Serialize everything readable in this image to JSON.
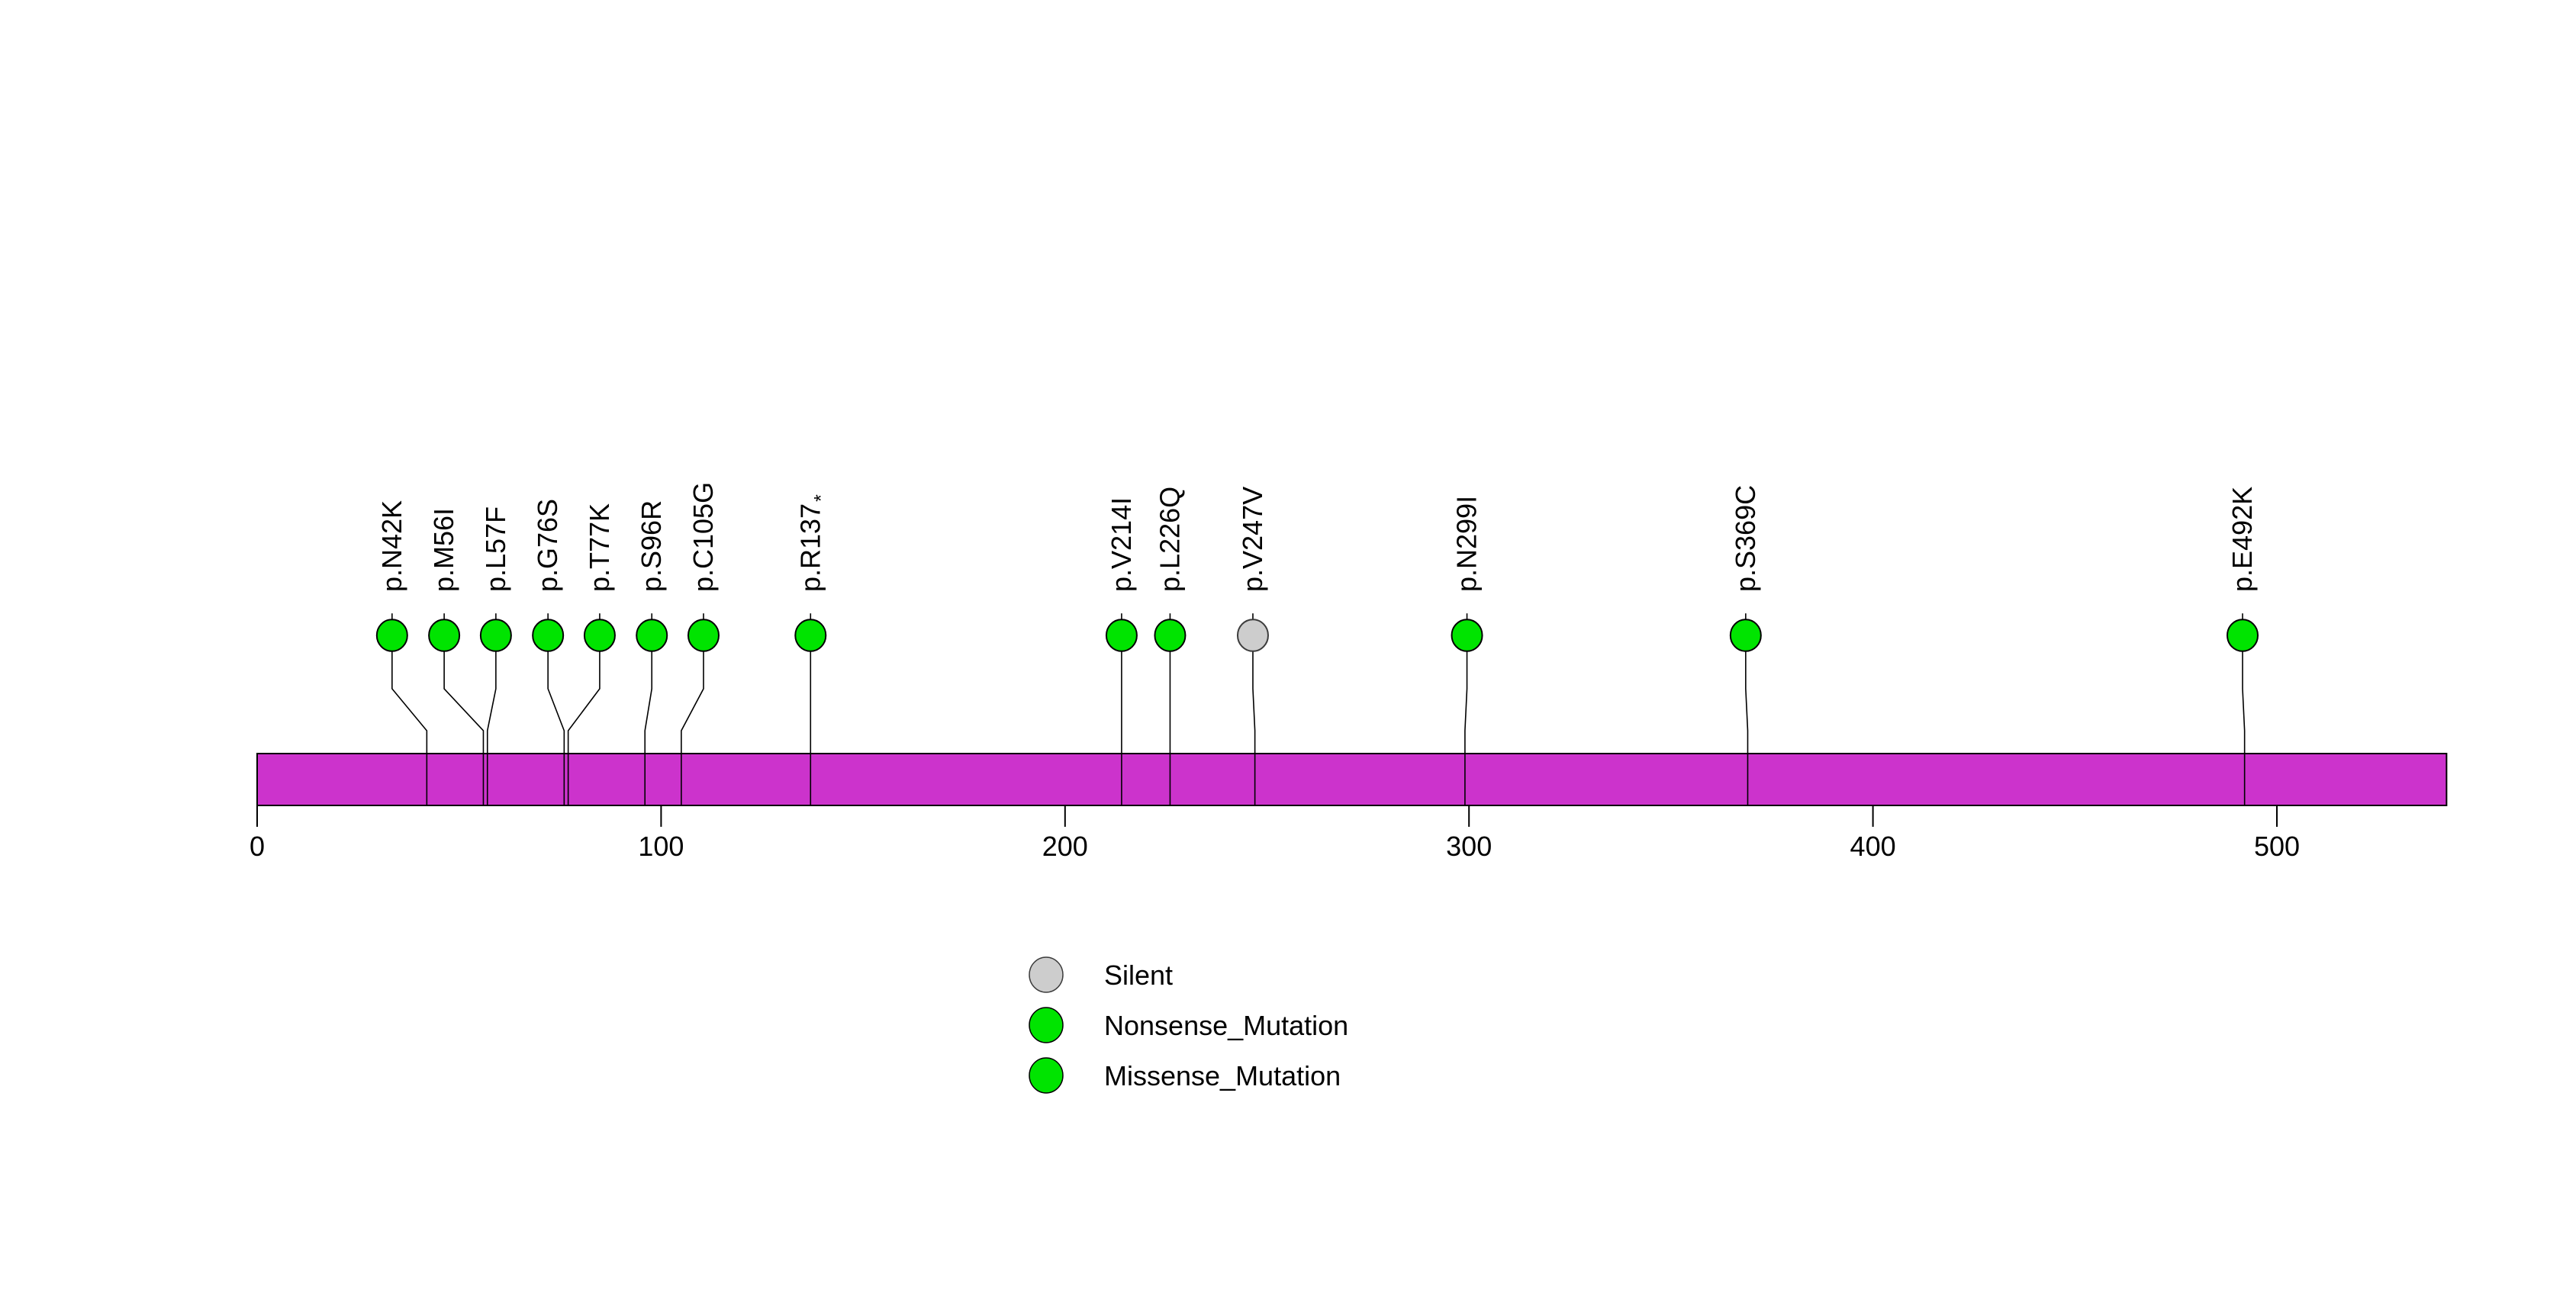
{
  "figure": {
    "background": "#ffffff"
  },
  "chart_data": {
    "type": "lollipop",
    "description": "Protein mutation lollipop plot",
    "protein": {
      "start_aa": 0,
      "length_aa": 542,
      "bar_color": "#cc33cc",
      "bar_border_color": "#000000"
    },
    "xaxis": {
      "tick_values": [
        0,
        100,
        200,
        300,
        400,
        500
      ],
      "tick_labels": [
        "0",
        "100",
        "200",
        "300",
        "400",
        "500"
      ],
      "range": [
        0,
        542
      ]
    },
    "mutations": [
      {
        "label": "p.N42K",
        "aa": 42,
        "head_aa": 33.4,
        "type": "Missense_Mutation"
      },
      {
        "label": "p.M56I",
        "aa": 56,
        "head_aa": 46.3,
        "type": "Missense_Mutation"
      },
      {
        "label": "p.L57F",
        "aa": 57,
        "head_aa": 59.1,
        "type": "Missense_Mutation"
      },
      {
        "label": "p.G76S",
        "aa": 76,
        "head_aa": 72.0,
        "type": "Missense_Mutation"
      },
      {
        "label": "p.T77K",
        "aa": 77,
        "head_aa": 84.8,
        "type": "Missense_Mutation"
      },
      {
        "label": "p.S96R",
        "aa": 96,
        "head_aa": 97.7,
        "type": "Missense_Mutation"
      },
      {
        "label": "p.C105G",
        "aa": 105,
        "head_aa": 110.5,
        "type": "Missense_Mutation"
      },
      {
        "label": "p.R137",
        "aa": 137,
        "head_aa": 137,
        "type": "Nonsense_Mutation",
        "suffix": "*"
      },
      {
        "label": "p.V214I",
        "aa": 214,
        "head_aa": 214,
        "type": "Missense_Mutation"
      },
      {
        "label": "p.L226Q",
        "aa": 226,
        "head_aa": 226,
        "type": "Missense_Mutation"
      },
      {
        "label": "p.V247V",
        "aa": 247,
        "head_aa": 246.5,
        "type": "Silent"
      },
      {
        "label": "p.N299I",
        "aa": 299,
        "head_aa": 299.5,
        "type": "Missense_Mutation"
      },
      {
        "label": "p.S369C",
        "aa": 369,
        "head_aa": 368.5,
        "type": "Missense_Mutation"
      },
      {
        "label": "p.E492K",
        "aa": 492,
        "head_aa": 491.5,
        "type": "Missense_Mutation"
      }
    ],
    "mutation_type_colors": {
      "Silent": {
        "fill": "#cdcdcd",
        "stroke": "#3c3c3c"
      },
      "Nonsense_Mutation": {
        "fill": "#00e400",
        "stroke": "#000000"
      },
      "Missense_Mutation": {
        "fill": "#00e400",
        "stroke": "#000000"
      }
    },
    "legend": [
      {
        "label": "Silent",
        "type": "Silent"
      },
      {
        "label": "Nonsense_Mutation",
        "type": "Nonsense_Mutation"
      },
      {
        "label": "Missense_Mutation",
        "type": "Missense_Mutation"
      }
    ]
  }
}
